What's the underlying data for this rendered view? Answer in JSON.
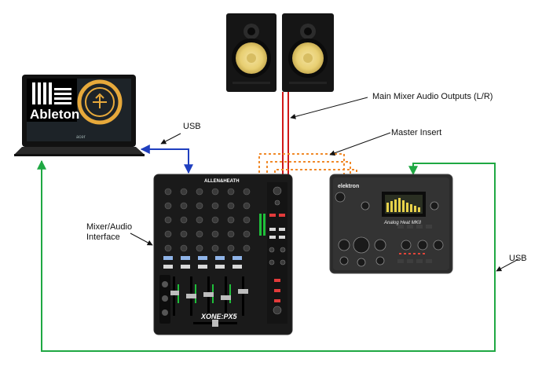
{
  "labels": {
    "usb_left": "USB",
    "main_outputs": "Main Mixer Audio Outputs (L/R)",
    "master_insert": "Master Insert",
    "mixer_interface": "Mixer/Audio\nInterface",
    "usb_right": "USB"
  },
  "devices": {
    "laptop": {
      "screen_brand": "Ableton",
      "badge": "acer"
    },
    "mixer": {
      "brand": "ALLEN&HEATH",
      "model": "XONE:PX5"
    },
    "analog_heat": {
      "brand": "elektron",
      "model": "Analog Heat MKII"
    }
  },
  "colors": {
    "usb_left_cable": "#1f3fbf",
    "main_output_cable": "#d01818",
    "insert_cable": "#f08a2a",
    "usb_right_cable": "#1fa843",
    "arrow": "#111111"
  }
}
